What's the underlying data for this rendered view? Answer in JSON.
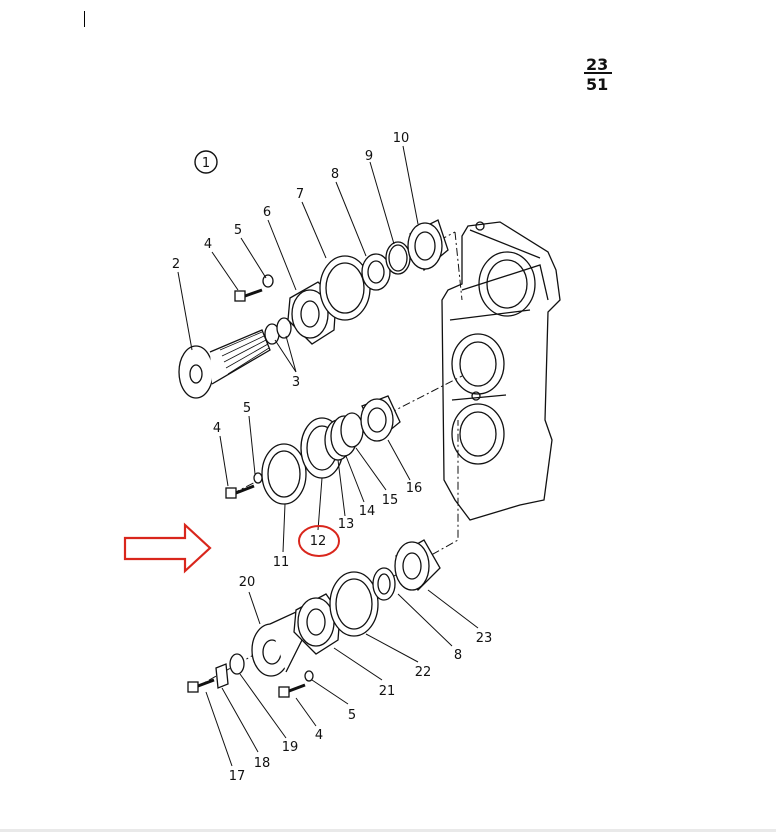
{
  "page_ref": {
    "top": "23",
    "bottom": "51"
  },
  "view_number": "1",
  "callouts": {
    "c1": "1",
    "c2": "2",
    "c3": "3",
    "c4a": "4",
    "c4b": "4",
    "c4c": "4",
    "c5a": "5",
    "c5b": "5",
    "c5c": "5",
    "c6": "6",
    "c7": "7",
    "c8a": "8",
    "c8b": "8",
    "c9": "9",
    "c10": "10",
    "c11": "11",
    "c12": "12",
    "c13": "13",
    "c14": "14",
    "c15": "15",
    "c16": "16",
    "c17": "17",
    "c18": "18",
    "c19": "19",
    "c20": "20",
    "c21": "21",
    "c22": "22",
    "c23": "23"
  },
  "highlight": {
    "color": "#d9261c",
    "target_callout": "12"
  }
}
